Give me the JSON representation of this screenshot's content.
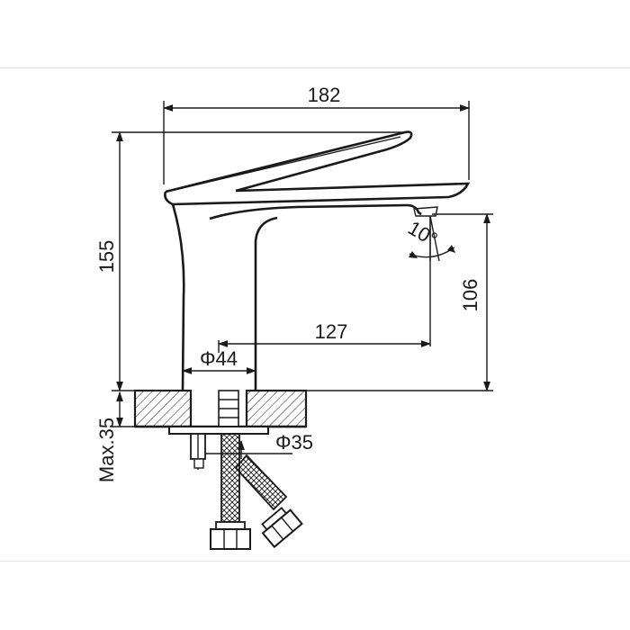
{
  "drawing": {
    "subject": "basin faucet technical drawing",
    "dimensions": {
      "width": "182",
      "height": "155",
      "spout_height": "106",
      "reach": "127",
      "base_diameter": "Φ44",
      "hole_diameter": "Φ35",
      "max_counter": "Max.35",
      "angle": "10°"
    },
    "colors": {
      "line": "#1a1a1a",
      "background": "#ffffff",
      "frame": "#e4e4e4"
    }
  }
}
